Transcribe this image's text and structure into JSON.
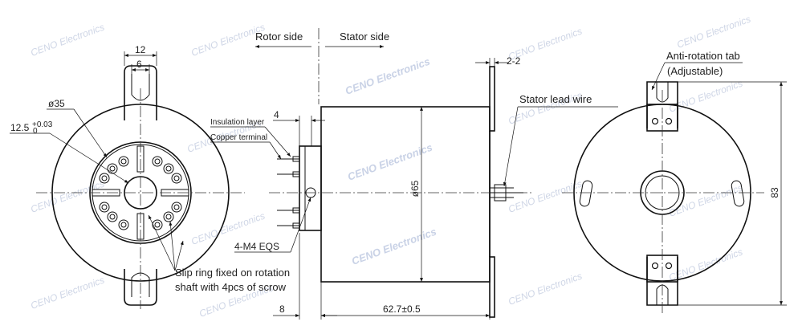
{
  "labels": {
    "rotor_side": "Rotor side",
    "stator_side": "Stator side",
    "anti_rotation_tab": "Anti-rotation tab",
    "adjustable": "(Adjustable)",
    "stator_lead_wire": "Stator lead wire",
    "insulation_layer": "Insulation layer",
    "copper_terminal": "Copper terminal",
    "screws": "4-M4  EQS",
    "slip_ring_note_1": "Slip ring fixed on rotation",
    "slip_ring_note_2": "shaft with 4pcs of scrow"
  },
  "dimensions": {
    "d12": "12",
    "d6": "6",
    "d35": "ø35",
    "bore": "12.5",
    "bore_tol_upper": "+0.03",
    "bore_tol_lower": "0",
    "d4": "4",
    "d65": "ø65",
    "d2_2": "2-2",
    "d83": "83",
    "d8": "8",
    "d62_7": "62.7±0.5"
  },
  "watermark": "CENO Electronics",
  "colors": {
    "line": "#111111",
    "watermark": "#cfd6e6",
    "background": "#ffffff"
  }
}
